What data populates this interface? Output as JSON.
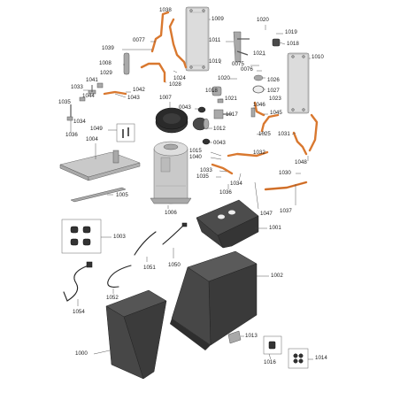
{
  "callouts": [
    {
      "part": "1038"
    },
    {
      "part": "1009"
    },
    {
      "part": "1020"
    },
    {
      "part": "1019"
    },
    {
      "part": "0077"
    },
    {
      "part": "1011"
    },
    {
      "part": "1018"
    },
    {
      "part": "1039"
    },
    {
      "part": "1021"
    },
    {
      "part": "1010"
    },
    {
      "part": "1008"
    },
    {
      "part": "1019"
    },
    {
      "part": "0075"
    },
    {
      "part": "0076"
    },
    {
      "part": "1041"
    },
    {
      "part": "1029"
    },
    {
      "part": "1024"
    },
    {
      "part": "1020"
    },
    {
      "part": "1026"
    },
    {
      "part": "1033"
    },
    {
      "part": "1028"
    },
    {
      "part": "1027"
    },
    {
      "part": "1044"
    },
    {
      "part": "1042"
    },
    {
      "part": "1018"
    },
    {
      "part": "1043"
    },
    {
      "part": "1007"
    },
    {
      "part": "1021"
    },
    {
      "part": "1023"
    },
    {
      "part": "1035"
    },
    {
      "part": "0043"
    },
    {
      "part": "1046"
    },
    {
      "part": "1034"
    },
    {
      "part": "1017"
    },
    {
      "part": "1045"
    },
    {
      "part": "1049"
    },
    {
      "part": "1012"
    },
    {
      "part": "1025"
    },
    {
      "part": "1036"
    },
    {
      "part": "1031"
    },
    {
      "part": "1004"
    },
    {
      "part": "0043"
    },
    {
      "part": "1015"
    },
    {
      "part": "1032"
    },
    {
      "part": "1040"
    },
    {
      "part": "1048"
    },
    {
      "part": "1033"
    },
    {
      "part": "1030"
    },
    {
      "part": "1035"
    },
    {
      "part": "1034"
    },
    {
      "part": "1005"
    },
    {
      "part": "1036"
    },
    {
      "part": "1037"
    },
    {
      "part": "1006"
    },
    {
      "part": "1047"
    },
    {
      "part": "1001"
    },
    {
      "part": "1003"
    },
    {
      "part": "1002"
    },
    {
      "part": "1051"
    },
    {
      "part": "1050"
    },
    {
      "part": "1052"
    },
    {
      "part": "1054"
    },
    {
      "part": "1013"
    },
    {
      "part": "1000"
    },
    {
      "part": "1016"
    },
    {
      "part": "1014"
    }
  ]
}
